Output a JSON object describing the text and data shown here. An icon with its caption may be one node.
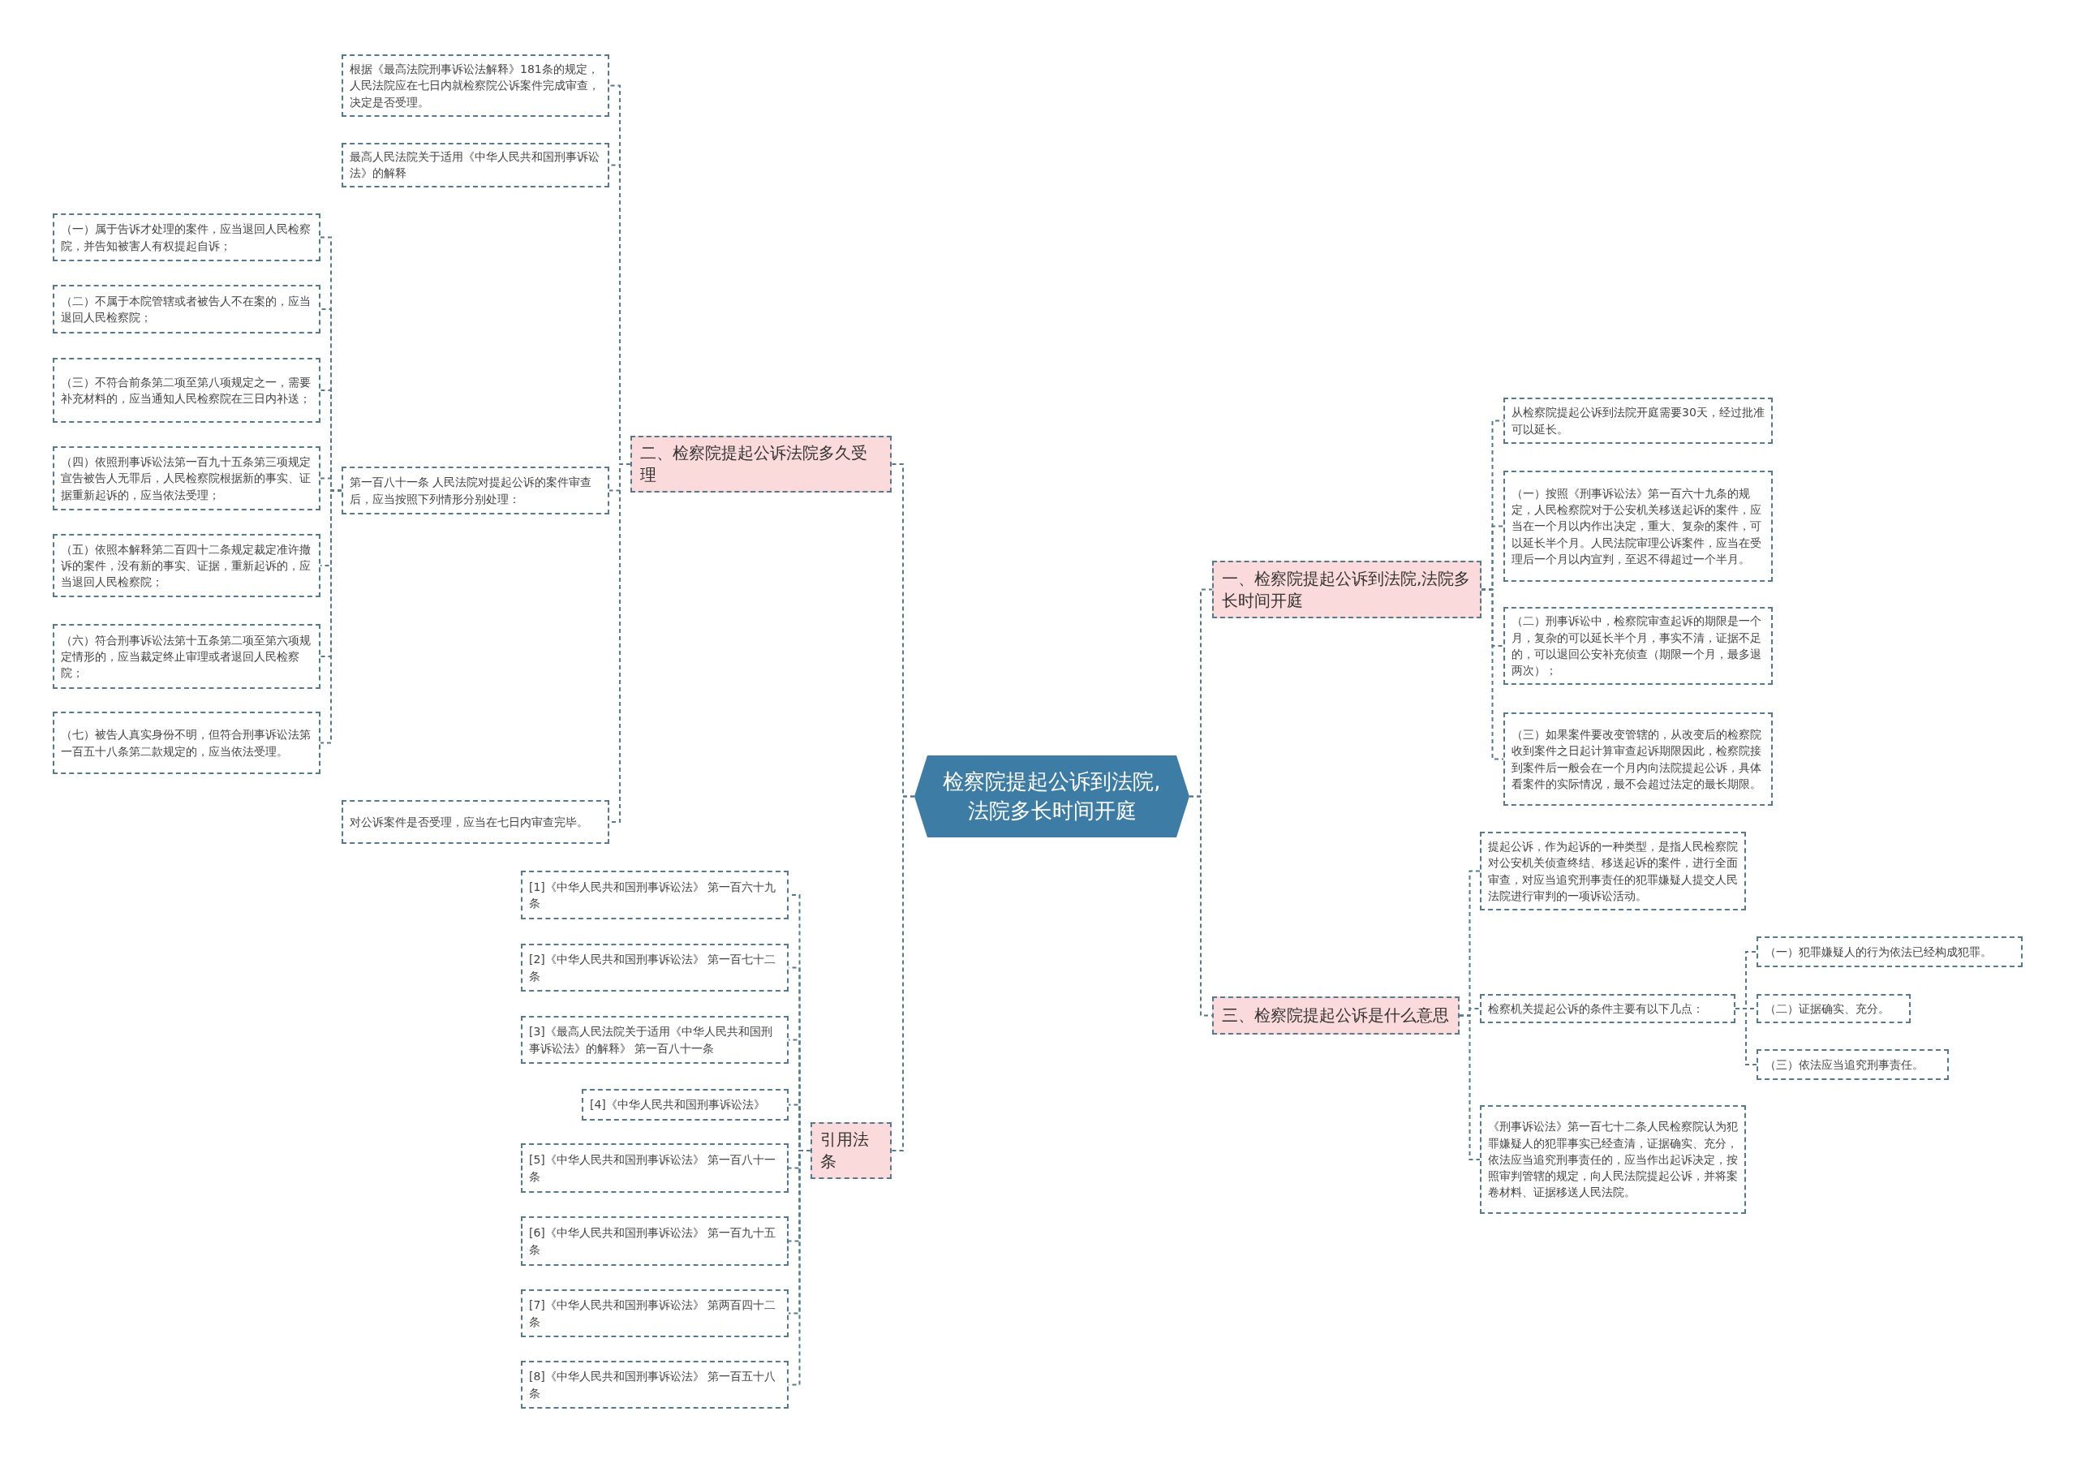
{
  "diagram": {
    "nodes": [
      {
        "text": [
          "检察院提起公诉到法院,法院多长时间开庭"
        ]
      },
      {
        "text": [
          "一、检察院提起公诉到法院,法院多长时间开庭"
        ]
      },
      {
        "text": [
          "从检察院提起公诉到法院开庭需要30天，经过批准可以延长。"
        ]
      },
      {
        "text": [
          "（一）按照《刑事诉讼法》第一百六十九条的规定，人民检察院对于公安机关移送起诉的案件，应当在一个月以内作出决定，重大、复杂的案件，可以延长半个月。人民法院审理公诉案件，应当在受理后一个月以内宣判，至迟不得超过一个半月。"
        ]
      },
      {
        "text": [
          "（二）刑事诉讼中，检察院审查起诉的期限是一个月，复杂的可以延长半个月，事实不清，证据不足的，可以退回公安补充侦查（期限一个月，最多退两次）；"
        ]
      },
      {
        "text": [
          "（三）如果案件要改变管辖的，从改变后的检察院收到案件之日起计算审查起诉期限因此，检察院接到案件后一般会在一个月内向法院提起公诉，具体看案件的实际情况，最不会超过法定的最长期限。"
        ]
      },
      {
        "text": [
          "三、检察院提起公诉是什么意思"
        ]
      },
      {
        "text": [
          "提起公诉，作为起诉的一种类型，是指人民检察院对公安机关侦查终结、移送起诉的案件，进行全面审查，对应当追究刑事责任的犯罪嫌疑人提交人民法院进行审判的一项诉讼活动。"
        ]
      },
      {
        "text": [
          "检察机关提起公诉的条件主要有以下几点："
        ]
      },
      {
        "text": [
          "（一）犯罪嫌疑人的行为依法已经构成犯罪。"
        ]
      },
      {
        "text": [
          "（二）证据确实、充分。"
        ]
      },
      {
        "text": [
          "（三）依法应当追究刑事责任。"
        ]
      },
      {
        "text": [
          "《刑事诉讼法》第一百七十二条人民检察院认为犯罪嫌疑人的犯罪事实已经查清，证据确实、充分，依法应当追究刑事责任的，应当作出起诉决定，按照审判管辖的规定，向人民法院提起公诉，并将案卷材料、证据移送人民法院。"
        ]
      },
      {
        "text": [
          "二、检察院提起公诉法院多久受理"
        ]
      },
      {
        "text": [
          "根据《最高法院刑事诉讼法解释》181条的规定，人民法院应在七日内就检察院公诉案件完成审查，决定是否受理。"
        ]
      },
      {
        "text": [
          "最高人民法院关于适用《中华人民共和国刑事诉讼法》的解释"
        ]
      },
      {
        "text": [
          "第一百八十一条 人民法院对提起公诉的案件审查后，应当按照下列情形分别处理："
        ]
      },
      {
        "text": [
          "（一）属于告诉才处理的案件，应当退回人民检察院，并告知被害人有权提起自诉；"
        ]
      },
      {
        "text": [
          "（二）不属于本院管辖或者被告人不在案的，应当退回人民检察院；"
        ]
      },
      {
        "text": [
          "（三）不符合前条第二项至第八项规定之一，需要补充材料的，应当通知人民检察院在三日内补送；"
        ]
      },
      {
        "text": [
          "（四）依照刑事诉讼法第一百九十五条第三项规定宣告被告人无罪后，人民检察院根据新的事实、证据重新起诉的，应当依法受理；"
        ]
      },
      {
        "text": [
          "（五）依照本解释第二百四十二条规定裁定准许撤诉的案件，没有新的事实、证据，重新起诉的，应当退回人民检察院；"
        ]
      },
      {
        "text": [
          "（六）符合刑事诉讼法第十五条第二项至第六项规定情形的，应当裁定终止审理或者退回人民检察院；"
        ]
      },
      {
        "text": [
          "（七）被告人真实身份不明，但符合刑事诉讼法第一百五十八条第二款规定的，应当依法受理。"
        ]
      },
      {
        "text": [
          "对公诉案件是否受理，应当在七日内审查完毕。"
        ]
      },
      {
        "text": [
          "引用法条"
        ]
      },
      {
        "text": [
          "[1]《中华人民共和国刑事诉讼法》 第一百六十九条"
        ]
      },
      {
        "text": [
          "[2]《中华人民共和国刑事诉讼法》 第一百七十二条"
        ]
      },
      {
        "text": [
          "[3]《最高人民法院关于适用《中华人民共和国刑事诉讼法》的解释》 第一百八十一条"
        ]
      },
      {
        "text": [
          "[4]《中华人民共和国刑事诉讼法》"
        ]
      },
      {
        "text": [
          "[5]《中华人民共和国刑事诉讼法》 第一百八十一条"
        ]
      },
      {
        "text": [
          "[6]《中华人民共和国刑事诉讼法》 第一百九十五条"
        ]
      },
      {
        "text": [
          "[7]《中华人民共和国刑事诉讼法》 第两百四十二条"
        ]
      },
      {
        "text": [
          "[8]《中华人民共和国刑事诉讼法》 第一百五十八条"
        ]
      }
    ],
    "edges": [
      {
        "from": 0,
        "to": 1,
        "arrow": "none"
      },
      {
        "from": 1,
        "to": 2,
        "arrow": "none"
      },
      {
        "from": 1,
        "to": 3,
        "arrow": "none"
      },
      {
        "from": 1,
        "to": 4,
        "arrow": "none"
      },
      {
        "from": 1,
        "to": 5,
        "arrow": "none"
      },
      {
        "from": 0,
        "to": 6,
        "arrow": "none"
      },
      {
        "from": 6,
        "to": 7,
        "arrow": "none"
      },
      {
        "from": 6,
        "to": 8,
        "arrow": "none"
      },
      {
        "from": 8,
        "to": 9,
        "arrow": "none"
      },
      {
        "from": 8,
        "to": 10,
        "arrow": "none"
      },
      {
        "from": 8,
        "to": 11,
        "arrow": "none"
      },
      {
        "from": 6,
        "to": 12,
        "arrow": "none"
      },
      {
        "from": 0,
        "to": 13,
        "arrow": "none"
      },
      {
        "from": 13,
        "to": 14,
        "arrow": "none"
      },
      {
        "from": 13,
        "to": 15,
        "arrow": "none"
      },
      {
        "from": 13,
        "to": 16,
        "arrow": "none"
      },
      {
        "from": 16,
        "to": 17,
        "arrow": "none"
      },
      {
        "from": 16,
        "to": 18,
        "arrow": "none"
      },
      {
        "from": 16,
        "to": 19,
        "arrow": "none"
      },
      {
        "from": 16,
        "to": 20,
        "arrow": "none"
      },
      {
        "from": 16,
        "to": 21,
        "arrow": "none"
      },
      {
        "from": 16,
        "to": 22,
        "arrow": "none"
      },
      {
        "from": 16,
        "to": 23,
        "arrow": "none"
      },
      {
        "from": 13,
        "to": 24,
        "arrow": "none"
      },
      {
        "from": 0,
        "to": 25,
        "arrow": "none"
      },
      {
        "from": 25,
        "to": 26,
        "arrow": "none"
      },
      {
        "from": 25,
        "to": 27,
        "arrow": "none"
      },
      {
        "from": 25,
        "to": 28,
        "arrow": "none"
      },
      {
        "from": 25,
        "to": 29,
        "arrow": "none"
      },
      {
        "from": 25,
        "to": 30,
        "arrow": "none"
      },
      {
        "from": 25,
        "to": 31,
        "arrow": "none"
      },
      {
        "from": 25,
        "to": 32,
        "arrow": "none"
      },
      {
        "from": 25,
        "to": 33,
        "arrow": "none"
      }
    ]
  }
}
